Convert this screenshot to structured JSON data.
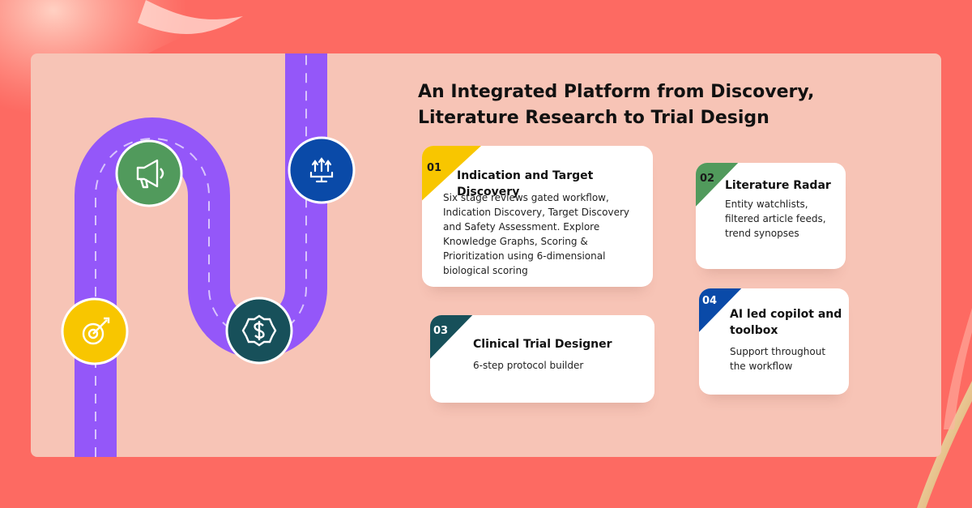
{
  "heading": {
    "line1": "An Integrated Platform from Discovery,",
    "line2": "Literature Research to Trial Design"
  },
  "colors": {
    "background": "#fd6a62",
    "panel": "#f7c4b6",
    "road": "#9457f9",
    "card01": "#f8c600",
    "card02": "#519a5c",
    "card03": "#17505a",
    "card04": "#0a4aa8"
  },
  "milestones": [
    {
      "icon": "target-icon",
      "color": "#f8c600"
    },
    {
      "icon": "megaphone-icon",
      "color": "#519a5c"
    },
    {
      "icon": "dollar-badge-icon",
      "color": "#17505a"
    },
    {
      "icon": "monitor-arrows-icon",
      "color": "#0a4aa8"
    }
  ],
  "cards": [
    {
      "number": "01",
      "title": "Indication and Target Discovery",
      "description": [
        "Six stage reviews gated workflow,",
        "Indication Discovery, Target Discovery",
        "and Safety Assessment. Explore",
        "Knowledge Graphs, Scoring &",
        "Prioritization using 6-dimensional",
        "biological scoring"
      ]
    },
    {
      "number": "02",
      "title": "Literature Radar",
      "description": [
        "Entity watchlists,",
        "filtered article feeds,",
        "trend synopses"
      ]
    },
    {
      "number": "03",
      "title": "Clinical Trial Designer",
      "description": [
        "6-step protocol builder"
      ]
    },
    {
      "number": "04",
      "title_lines": [
        "AI led copilot and",
        "toolbox"
      ],
      "description": [
        "Support throughout",
        "the workflow"
      ]
    }
  ]
}
